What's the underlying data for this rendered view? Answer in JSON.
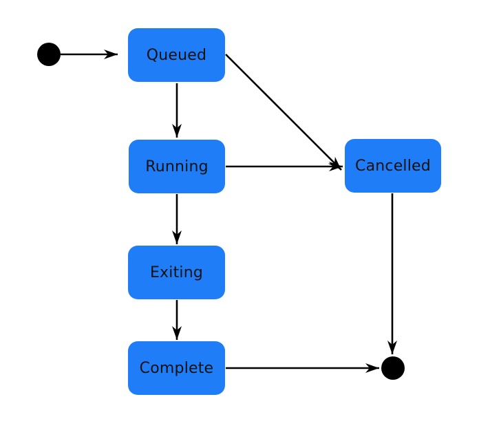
{
  "diagram": {
    "type": "state-machine",
    "colors": {
      "state_fill": "#1f7ef7",
      "state_text": "#111111",
      "edge": "#000000",
      "pseudo_state": "#000000"
    },
    "states": {
      "queued": "Queued",
      "running": "Running",
      "exiting": "Exiting",
      "complete": "Complete",
      "cancelled": "Cancelled"
    },
    "transitions": [
      {
        "from": "initial",
        "to": "queued"
      },
      {
        "from": "queued",
        "to": "running"
      },
      {
        "from": "queued",
        "to": "cancelled"
      },
      {
        "from": "running",
        "to": "cancelled"
      },
      {
        "from": "running",
        "to": "exiting"
      },
      {
        "from": "exiting",
        "to": "complete"
      },
      {
        "from": "complete",
        "to": "final"
      },
      {
        "from": "cancelled",
        "to": "final"
      }
    ]
  }
}
